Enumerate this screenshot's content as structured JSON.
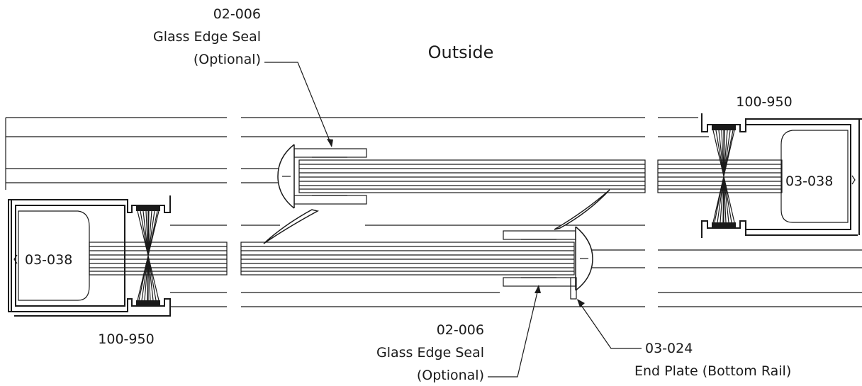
{
  "labels": {
    "outside": "Outside",
    "seal_top": [
      "02-006",
      "Glass Edge Seal",
      "(Optional)"
    ],
    "seal_bottom": [
      "02-006",
      "Glass Edge Seal",
      "(Optional)"
    ],
    "part_right_top": "100-950",
    "part_left_bottom": "100-950",
    "insert_left": "03-038",
    "insert_right": "03-038",
    "end_plate": [
      "03-024",
      "End Plate (Bottom Rail)"
    ]
  }
}
